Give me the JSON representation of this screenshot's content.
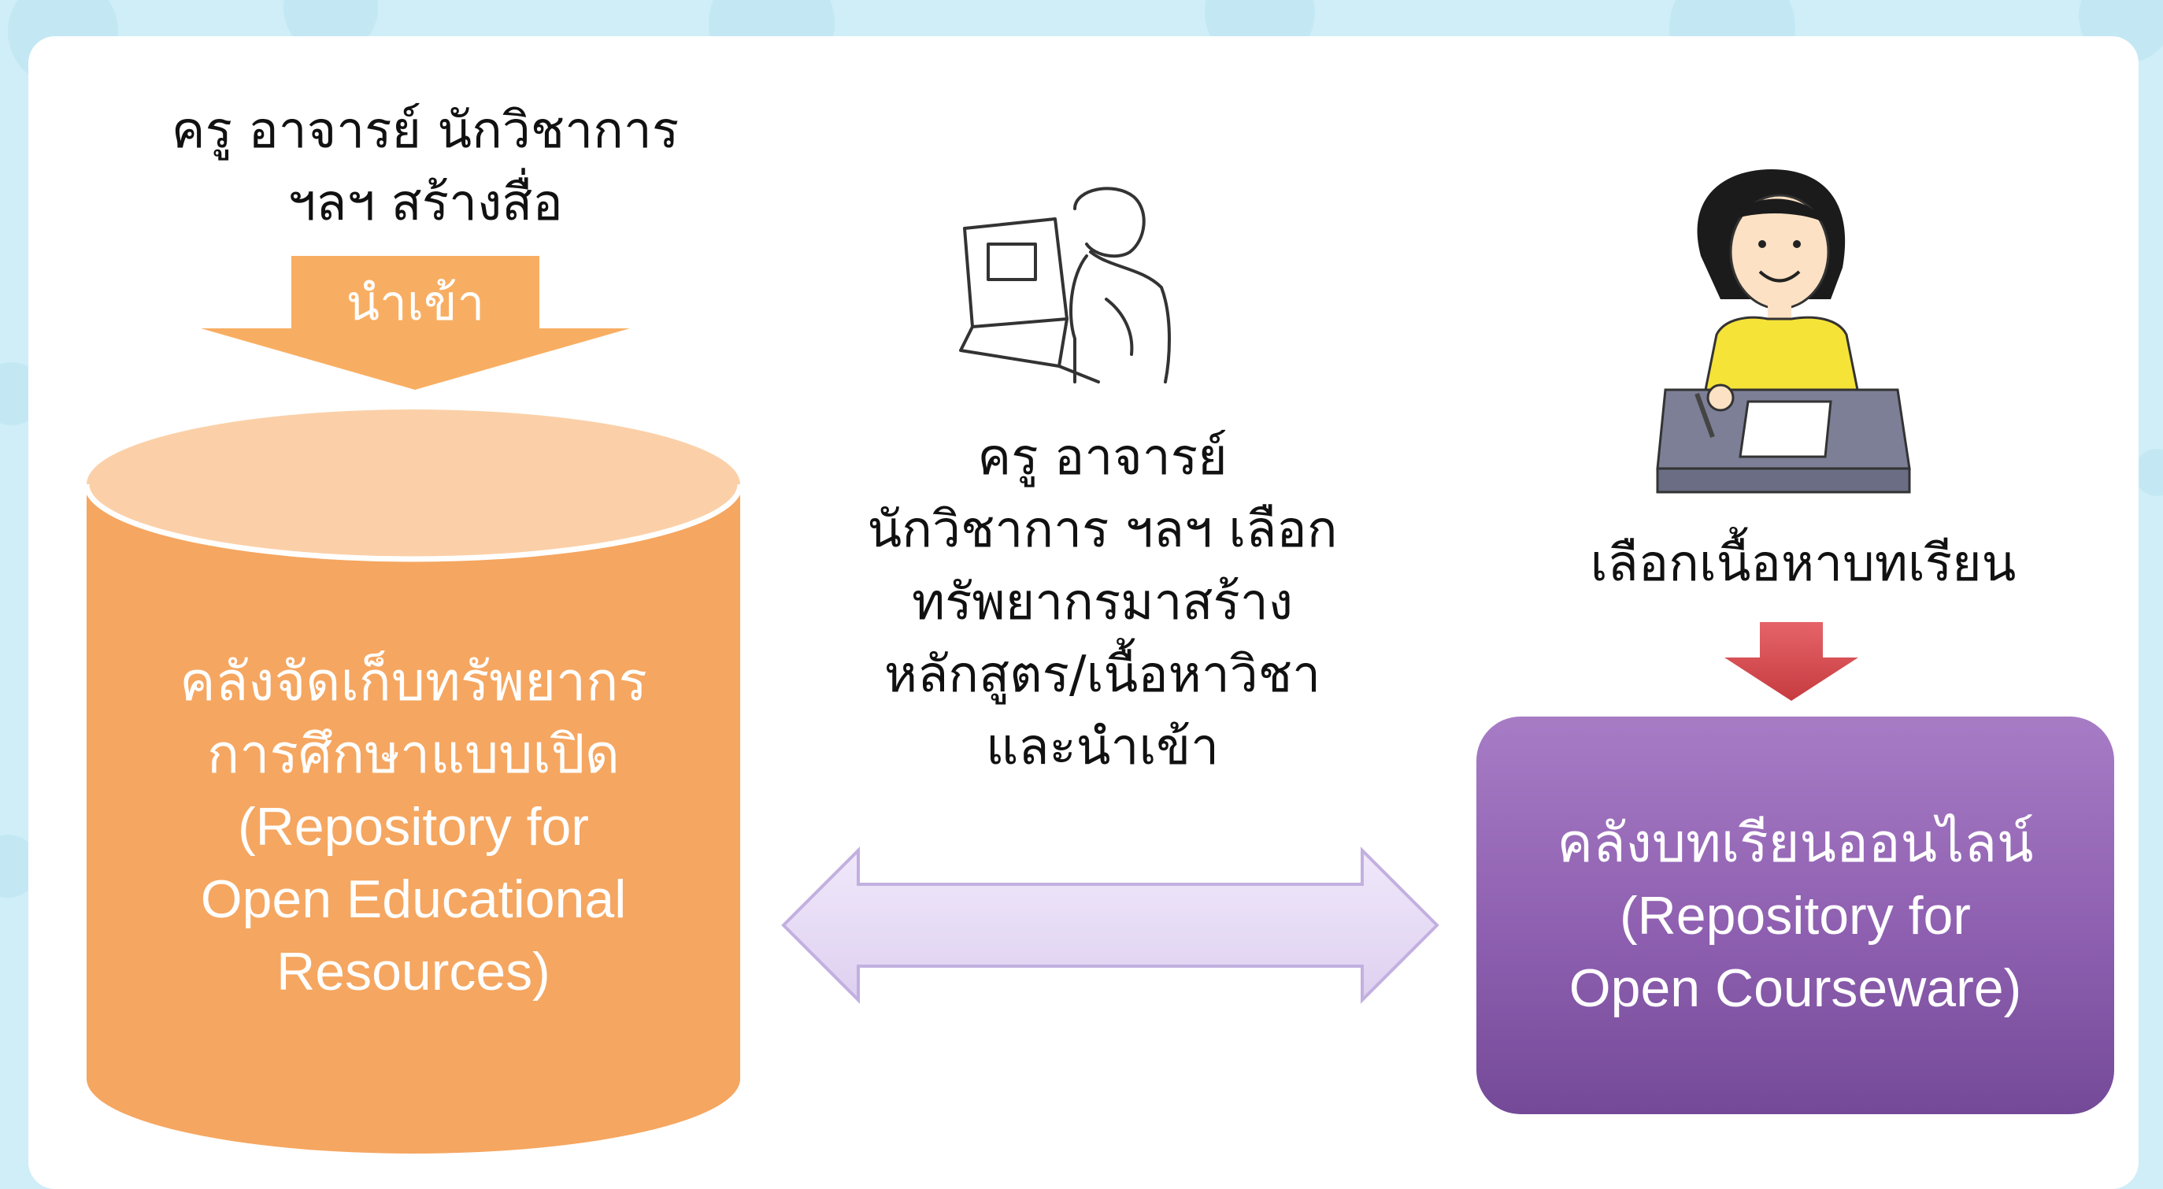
{
  "colors": {
    "background": "#cfeef7",
    "panel": "#ffffff",
    "oer_orange": "#f5a660",
    "oer_top": "#fbd0a8",
    "import_arrow": "#f8ae62",
    "exchange_arrow": "#e6d8f5",
    "ocw_purple": "#8e5fb0",
    "down_arrow": "#d8474b"
  },
  "icons": [
    "teacher-at-laptop-icon",
    "student-at-desk-icon"
  ],
  "creators": {
    "text": "ครู อาจารย์ นักวิชาการ\nฯลฯ สร้างสื่อ"
  },
  "import_arrow": {
    "label": "นำเข้า"
  },
  "oer_repository": {
    "label": "คลังจัดเก็บทรัพยากร\nการศึกษาแบบเปิด\n(Repository for\nOpen Educational\nResources)"
  },
  "middle": {
    "text": "ครู อาจารย์\nนักวิชาการ ฯลฯ เลือก\nทรัพยากรมาสร้าง\nหลักสูตร/เนื้อหาวิชา\nและนำเข้า"
  },
  "learner": {
    "text": "เลือกเนื้อหาบทเรียน"
  },
  "ocw_repository": {
    "label": "คลังบทเรียนออนไลน์\n(Repository for\nOpen Courseware)"
  }
}
